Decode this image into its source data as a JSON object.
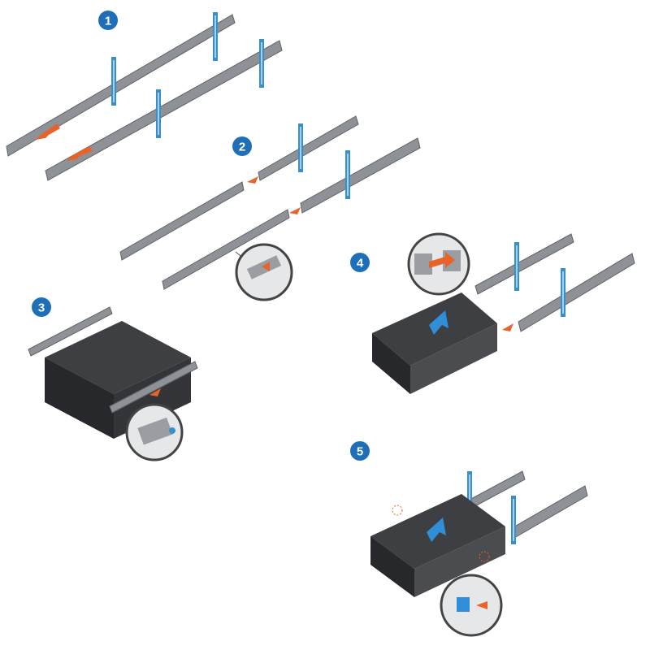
{
  "colors": {
    "badge": "#1f6fb8",
    "rail": "#8e9196",
    "rail_edge": "#5f6368",
    "post": "#3a8fc4",
    "arrow_orange": "#e8632a",
    "server_top": "#3d3f43",
    "server_front": "#26282b",
    "arrow_blue": "#2f8fd8"
  },
  "steps": [
    {
      "number": "1"
    },
    {
      "number": "2"
    },
    {
      "number": "3"
    },
    {
      "number": "4"
    },
    {
      "number": "5"
    }
  ]
}
